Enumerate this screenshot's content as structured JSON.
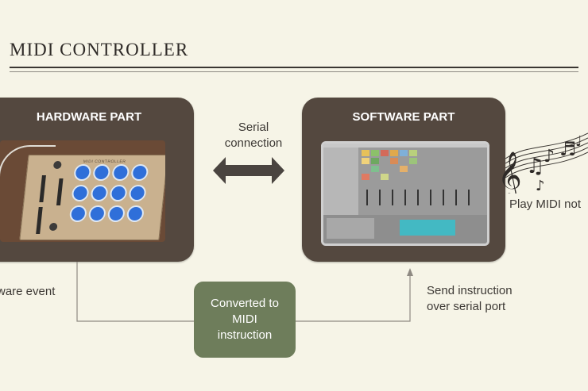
{
  "header": {
    "title": "MIDI CONTROLLER"
  },
  "hardware": {
    "title": "HARDWARE PART",
    "board_label": "MIDI CONTROLLER"
  },
  "software": {
    "title": "SOFTWARE PART"
  },
  "link": {
    "line1": "Serial",
    "line2": "connection"
  },
  "flow": {
    "hw_event": "ware event",
    "converted": [
      "Converted to",
      "MIDI",
      "instruction"
    ],
    "send": [
      "Send instruction",
      "over serial port"
    ],
    "play": "Play MIDI not"
  },
  "colors": {
    "background": "#f6f4e7",
    "panel": "#54483f",
    "converter": "#6e7d5b",
    "line": "#8f8a83",
    "arrow": "#4a4440",
    "button_blue": "#2f6fd9"
  },
  "icons": [
    "double-arrow-icon",
    "music-notes-icon"
  ]
}
